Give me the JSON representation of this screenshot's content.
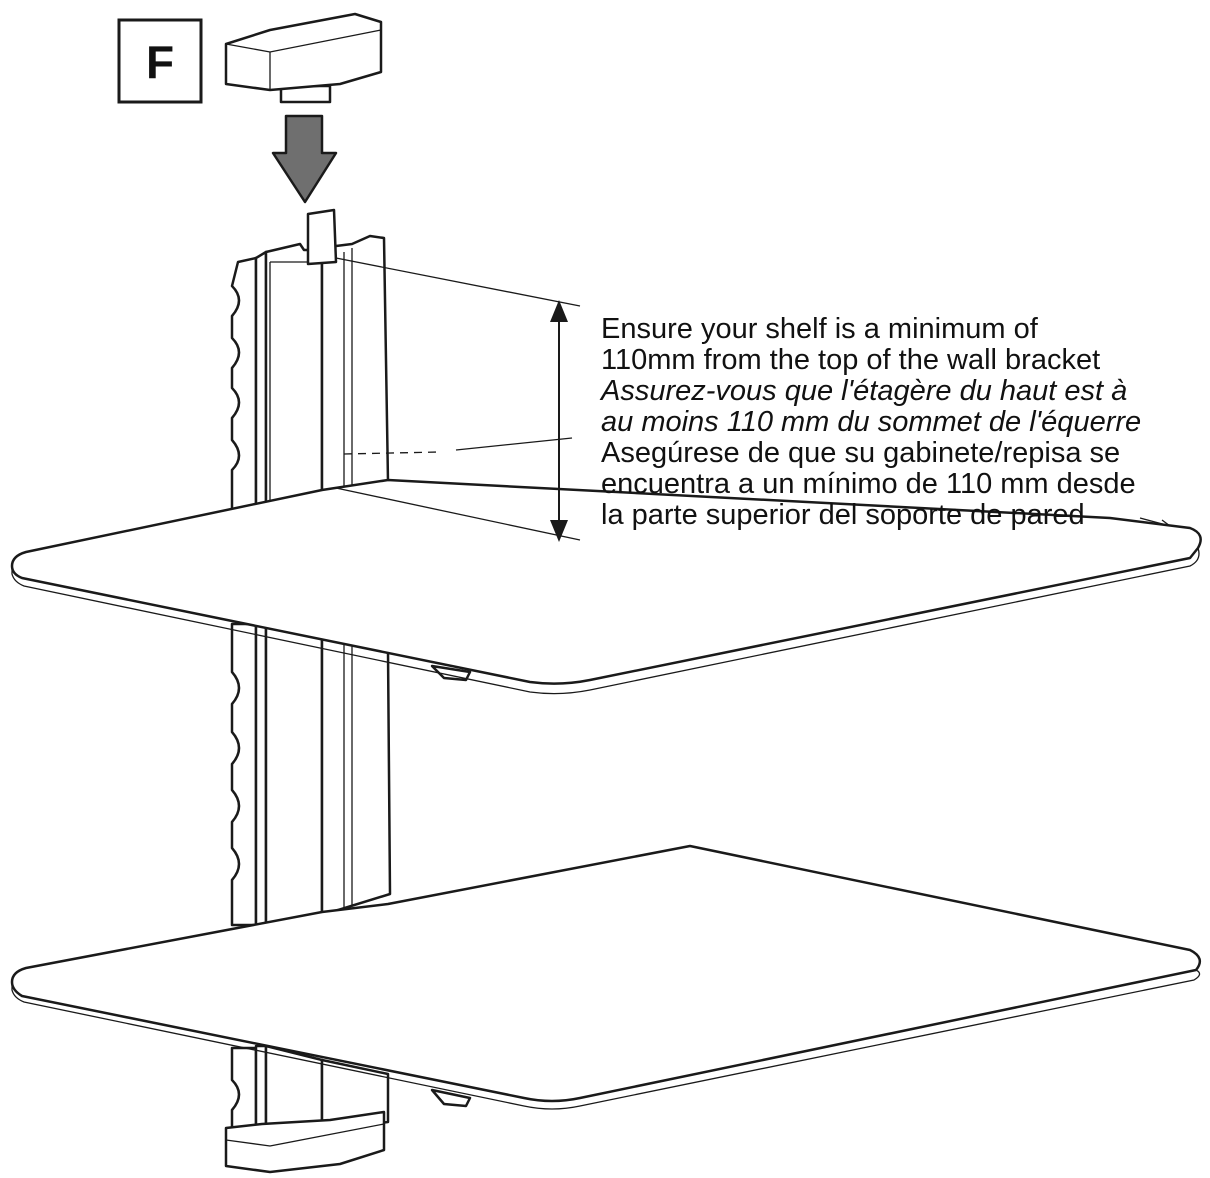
{
  "step_label": "F",
  "note": {
    "english": [
      "Ensure your shelf is a minimum of",
      "110mm from the top of the wall bracket"
    ],
    "french": [
      "Assurez-vous que l'étagère du haut est à",
      "au moins 110 mm du sommet de l'équerre"
    ],
    "spanish": [
      "Asegúrese de que su gabinete/repisa se",
      "encuentra a un mínimo de 110 mm desde",
      "la parte superior del soporte de pared"
    ]
  },
  "colors": {
    "line": "#1a1a1a",
    "arrow_fill": "#6f6f6f",
    "background": "#ffffff"
  },
  "icons": {
    "step_badge": "letter-f-badge",
    "insert_arrow": "down-arrow-icon",
    "dimension": "double-headed-arrow-icon"
  }
}
